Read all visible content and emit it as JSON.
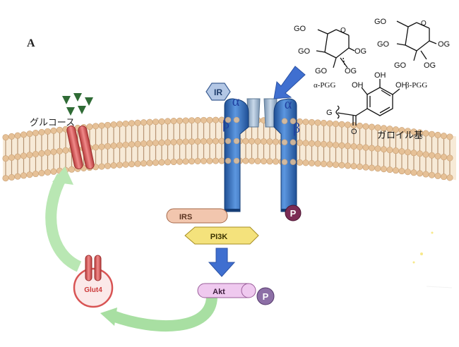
{
  "panel_label": "A",
  "labels": {
    "glucose": "グルコース",
    "receptor": "IR",
    "alpha": "α",
    "beta": "β",
    "irs": "IRS",
    "pi3k": "PI3K",
    "akt": "Akt",
    "phosphate": "P",
    "glut4": "Glut4",
    "galloyl_group": "ガロイル基",
    "alpha_pgg": "α-PGG",
    "beta_pgg": "β-PGG",
    "go": "GO",
    "og": "OG",
    "oh": "OH",
    "g": "G",
    "o": "O"
  },
  "colors": {
    "membrane_head": "#e6c197",
    "membrane_tail": "#b79372",
    "receptor_blue": "#3d78c2",
    "receptor_gray": "#a8bed6",
    "irs_fill": "#f2c6ae",
    "pi3k_fill": "#f4e27c",
    "akt_fill": "#efc9ef",
    "phosphate_fill": "#7c2c55",
    "akt_phosphate_fill": "#8d6fa6",
    "glut_red": "#d85454",
    "cycle_green": "#a8dfa2",
    "glucose_marker": "#2f6b35",
    "arrow_blue": "#3f6fd0"
  },
  "icons": [
    "glucose-triangle-icon",
    "phosphate-circle-icon",
    "down-arrow-icon",
    "cycle-arrow-icon"
  ]
}
